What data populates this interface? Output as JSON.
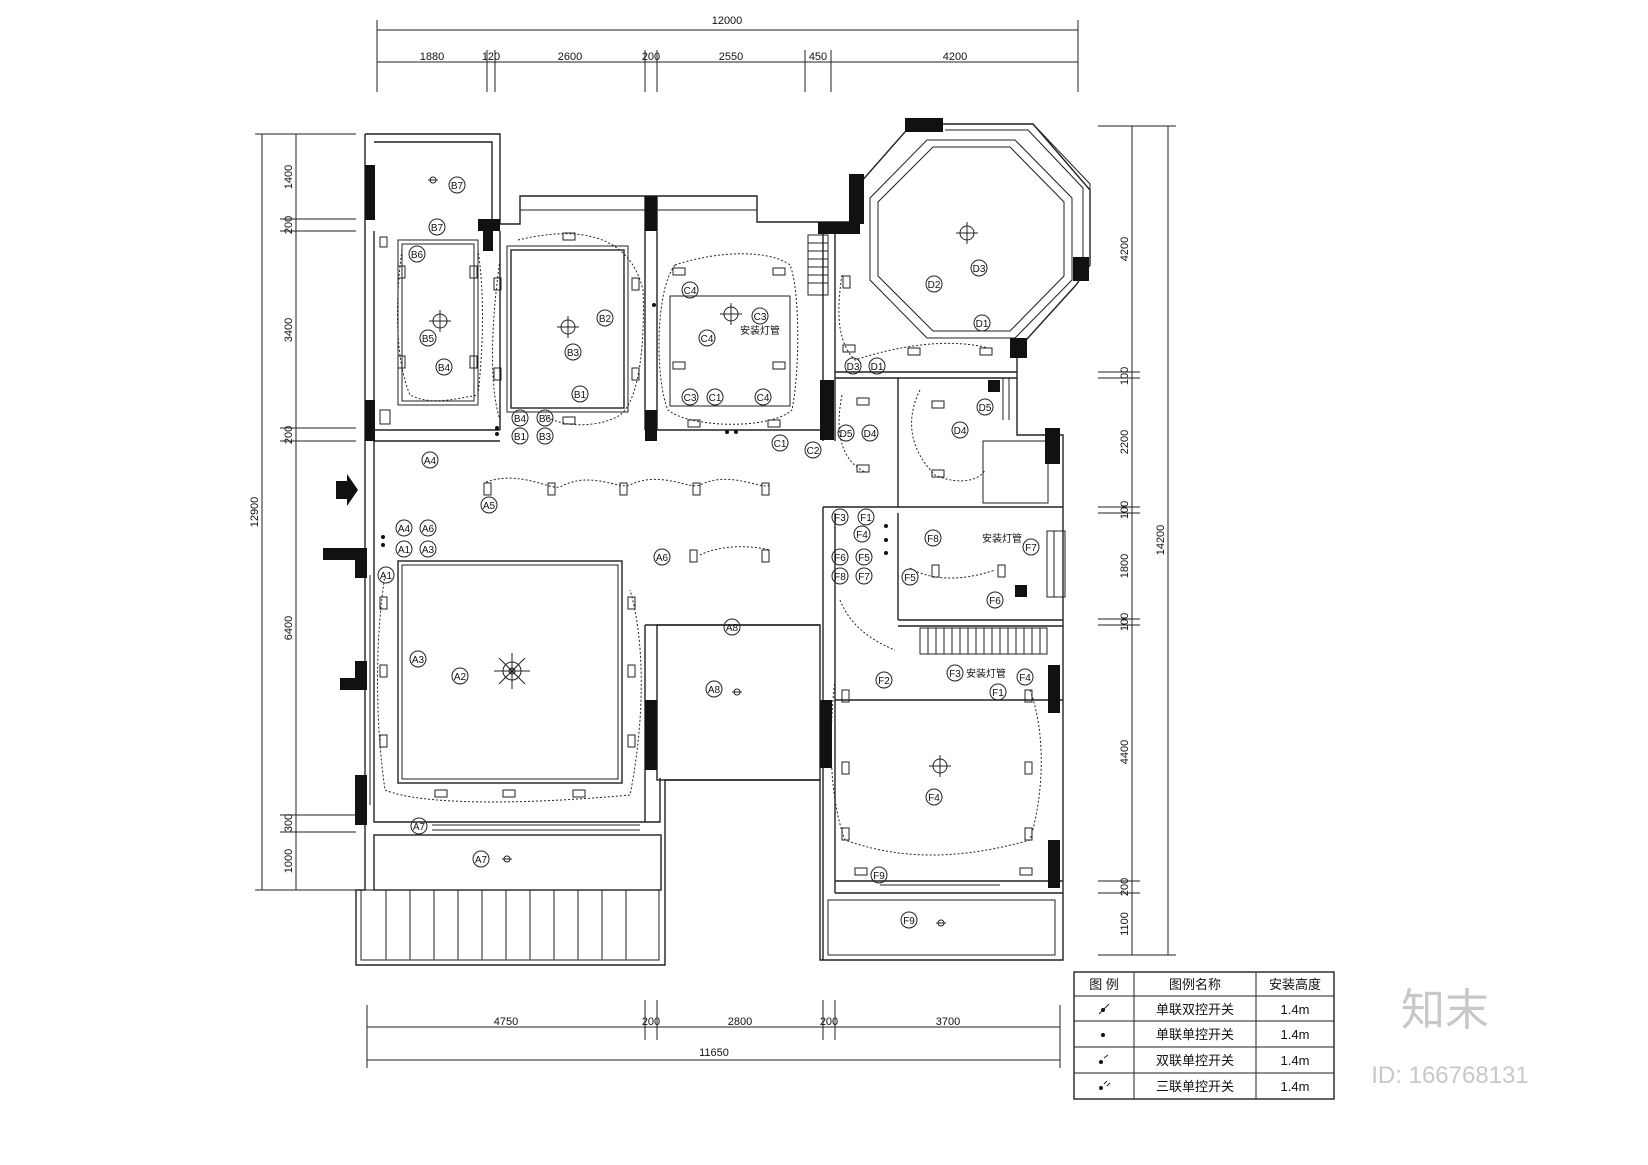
{
  "dimensions": {
    "top_total": "12000",
    "top_segments": [
      "1880",
      "120",
      "2600",
      "200",
      "2550",
      "450",
      "4200"
    ],
    "bottom_total": "11650",
    "bottom_segments": [
      "4750",
      "200",
      "2800",
      "200",
      "3700"
    ],
    "left_total": "12900",
    "left_segments": [
      "1400",
      "200",
      "3400",
      "200",
      "6400",
      "300",
      "1000"
    ],
    "right_total": "14200",
    "right_segments": [
      "4200",
      "100",
      "2200",
      "100",
      "1800",
      "100",
      "4400",
      "200",
      "1100"
    ]
  },
  "room_notes": {
    "c": "安装灯管",
    "f8": "安装灯管",
    "f3": "安装灯管"
  },
  "legend": {
    "headers": [
      "图 例",
      "图例名称",
      "安装高度"
    ],
    "rows": [
      {
        "name": "单联双控开关",
        "height": "1.4m",
        "icon": "single-gang-two-way-switch-icon"
      },
      {
        "name": "单联单控开关",
        "height": "1.4m",
        "icon": "single-gang-one-way-switch-icon"
      },
      {
        "name": "双联单控开关",
        "height": "1.4m",
        "icon": "double-gang-one-way-switch-icon"
      },
      {
        "name": "三联单控开关",
        "height": "1.4m",
        "icon": "triple-gang-one-way-switch-icon"
      }
    ]
  },
  "watermark": {
    "brand": "知末",
    "id": "ID: 166768131"
  },
  "labels": {
    "A1a": "A1",
    "A1b": "A1",
    "A2": "A2",
    "A3a": "A3",
    "A3b": "A3",
    "A4a": "A4",
    "A4b": "A4",
    "A5": "A5",
    "A6a": "A6",
    "A6b": "A6",
    "A7a": "A7",
    "A7b": "A7",
    "A8a": "A8",
    "A8b": "A8",
    "B1a": "B1",
    "B1b": "B1",
    "B2": "B2",
    "B3a": "B3",
    "B3b": "B3",
    "B4a": "B4",
    "B4b": "B4",
    "B5": "B5",
    "B6a": "B6",
    "B6b": "B6",
    "B7a": "B7",
    "B7b": "B7",
    "C1a": "C1",
    "C1b": "C1",
    "C2": "C2",
    "C3a": "C3",
    "C3b": "C3",
    "C4a": "C4",
    "C4b": "C4",
    "C4c": "C4",
    "D1a": "D1",
    "D1b": "D1",
    "D2": "D2",
    "D3a": "D3",
    "D3b": "D3",
    "D4a": "D4",
    "D4b": "D4",
    "D5a": "D5",
    "D5b": "D5",
    "F1a": "F1",
    "F1b": "F1",
    "F2": "F2",
    "F3a": "F3",
    "F3b": "F3",
    "F4a": "F4",
    "F4b": "F4",
    "F4c": "F4",
    "F5a": "F5",
    "F5b": "F5",
    "F6a": "F6",
    "F6b": "F6",
    "F7a": "F7",
    "F7b": "F7",
    "F8a": "F8",
    "F8b": "F8",
    "F9a": "F9",
    "F9b": "F9"
  }
}
